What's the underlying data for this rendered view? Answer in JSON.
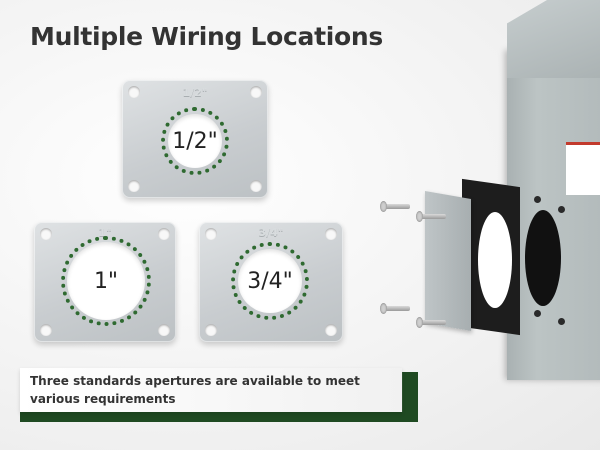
{
  "headline": "Multiple Wiring Locations",
  "plates": [
    {
      "size_label": "1/2\"",
      "engraving": "1/2\""
    },
    {
      "size_label": "1\"",
      "engraving": "1\""
    },
    {
      "size_label": "3/4\"",
      "engraving": "3/4\""
    }
  ],
  "caption": "Three standards apertures are available to meet various requirements",
  "colors": {
    "accent_green": "#1f4a22",
    "dot_green": "#2f6a31",
    "headline": "#333333",
    "warning_red": "#c23a2d"
  }
}
